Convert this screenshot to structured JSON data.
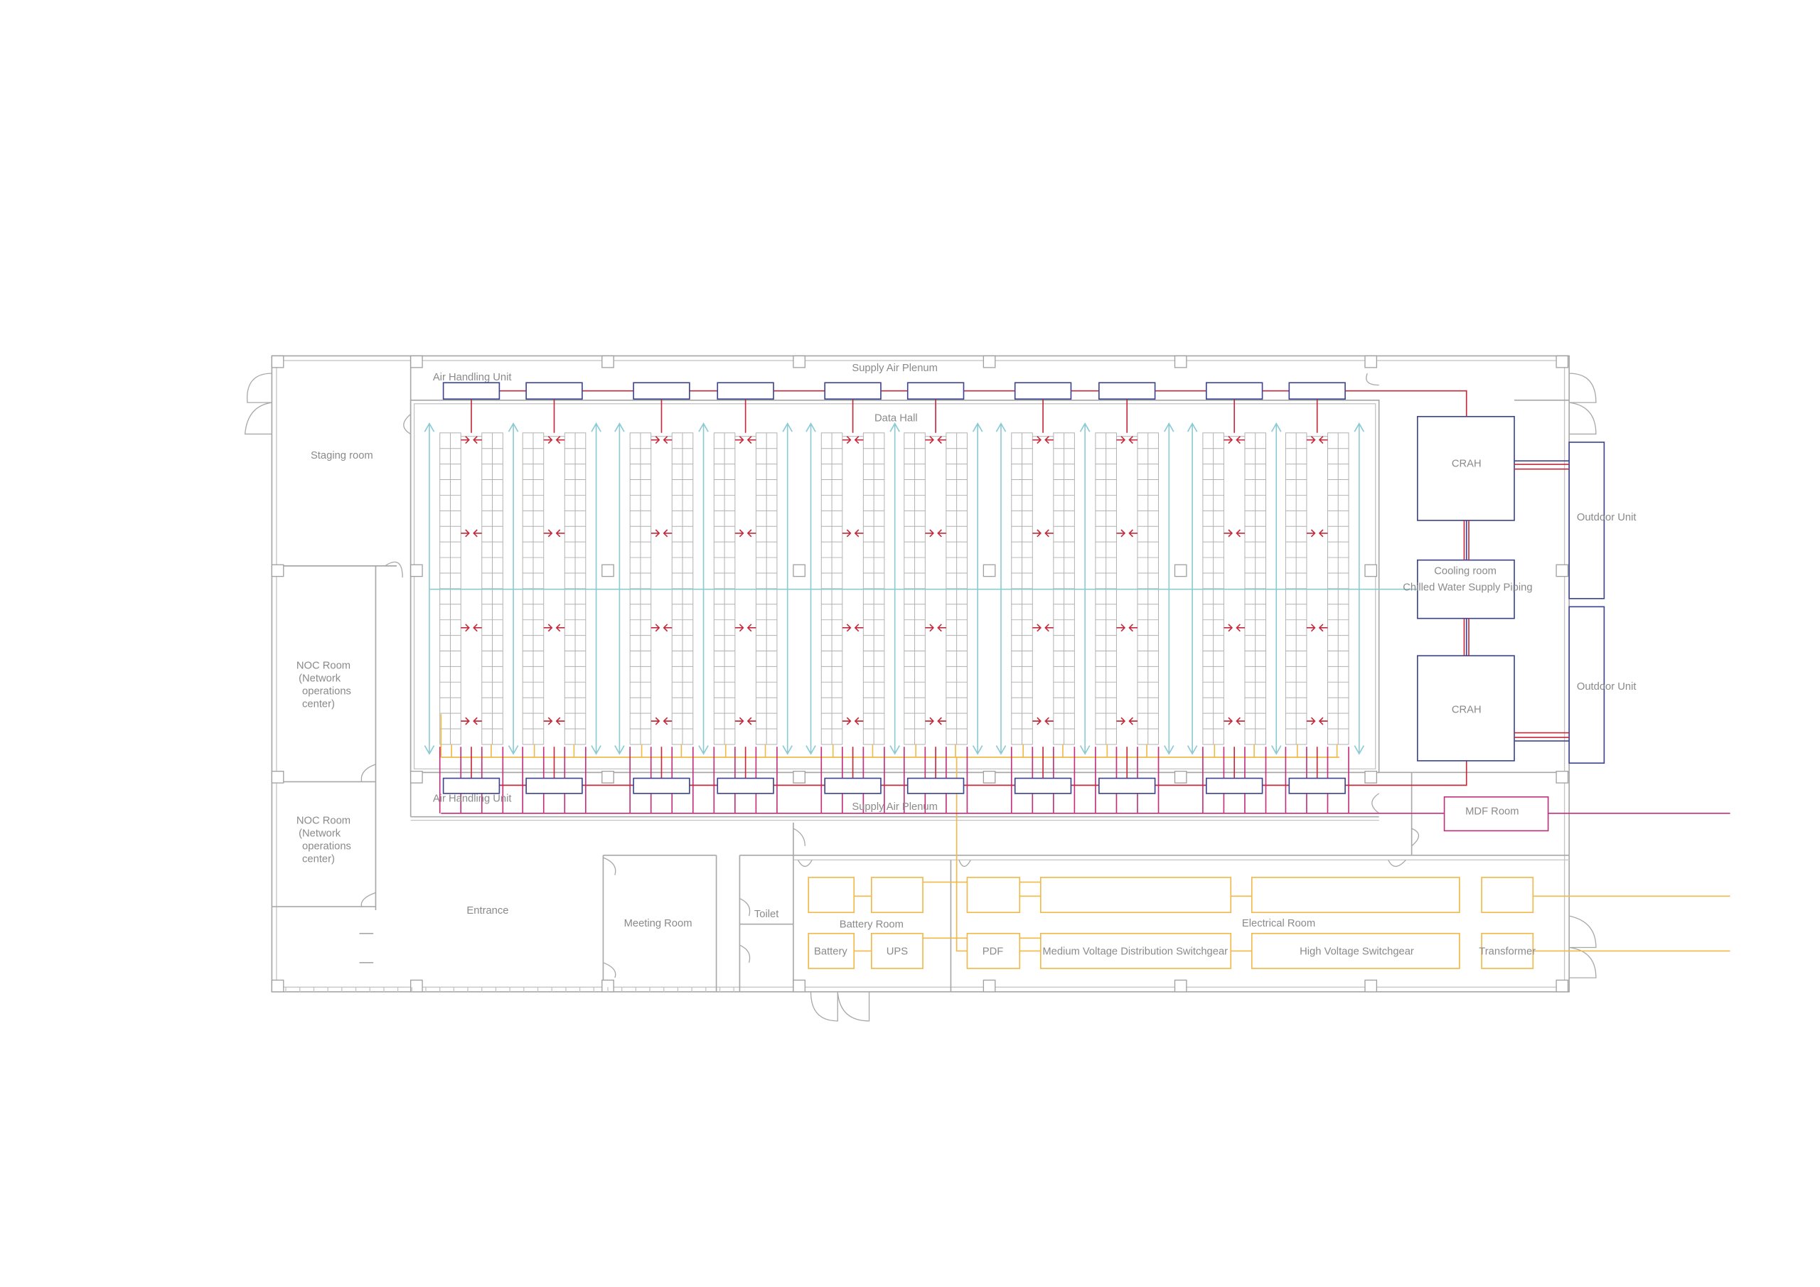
{
  "labels": {
    "supply_air_plenum_top": "Supply Air Plenum",
    "supply_air_plenum_bottom": "Supply Air Plenum",
    "ahu_top": "Air Handling Unit",
    "ahu_bottom": "Air Handling Unit",
    "data_hall": "Data Hall",
    "staging_room": "Staging room",
    "noc_room_1": [
      "NOC Room",
      "(Network",
      "operations",
      "center)"
    ],
    "noc_room_2": [
      "NOC Room",
      "(Network",
      "operations",
      "center)"
    ],
    "entrance": "Entrance",
    "meeting_room": "Meeting Room",
    "toilet": "Toilet",
    "battery_room": "Battery Room",
    "electrical_room": "Electrical Room",
    "crah_top": "CRAH",
    "crah_bottom": "CRAH",
    "cooling_room": "Cooling room",
    "chilled_water": "Chilled Water Supply Piping",
    "outdoor_unit_1": "Outdoor Unit",
    "outdoor_unit_2": "Outdoor Unit",
    "mdf_room": "MDF Room",
    "battery": "Battery",
    "ups": "UPS",
    "pdf": "PDF",
    "mv_switchgear": "Medium Voltage Distribution Switchgear",
    "hv_switchgear": "High Voltage Switchgear",
    "transformer": "Transformer"
  },
  "colors": {
    "walls": "#a8a8a8",
    "ahu": "#3e4590",
    "hot_air": "#c42a3a",
    "cold_air": "#8ccbd4",
    "power": "#f0b94a",
    "network": "#c2307d"
  },
  "rack_rows": 10,
  "rack_units_per_column": 20
}
